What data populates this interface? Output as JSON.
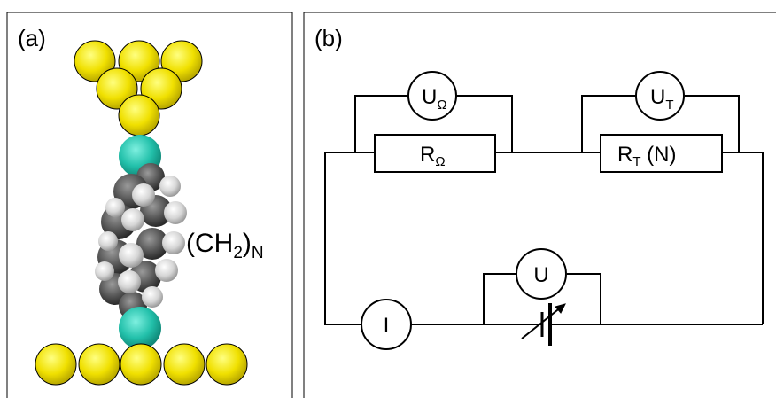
{
  "panel_a": {
    "label": "(a)",
    "molecule_label_main": "(CH",
    "molecule_label_sub2": "2",
    "molecule_label_close": ")",
    "molecule_label_subN": "N",
    "colors": {
      "gold": "#f4e400",
      "sulfur": "#2ec4b0",
      "carbon": "#5a5a5a",
      "hydrogen": "#d8d8d8"
    }
  },
  "panel_b": {
    "label": "(b)",
    "voltmeter_omega": {
      "main": "U",
      "sub": "Ω"
    },
    "voltmeter_t": {
      "main": "U",
      "sub": "T"
    },
    "resistor_omega": {
      "main": "R",
      "sub": "Ω"
    },
    "resistor_t": {
      "main": "R",
      "sub": "T",
      "suffix": " (N)"
    },
    "voltmeter_u": "U",
    "ammeter": "I"
  }
}
